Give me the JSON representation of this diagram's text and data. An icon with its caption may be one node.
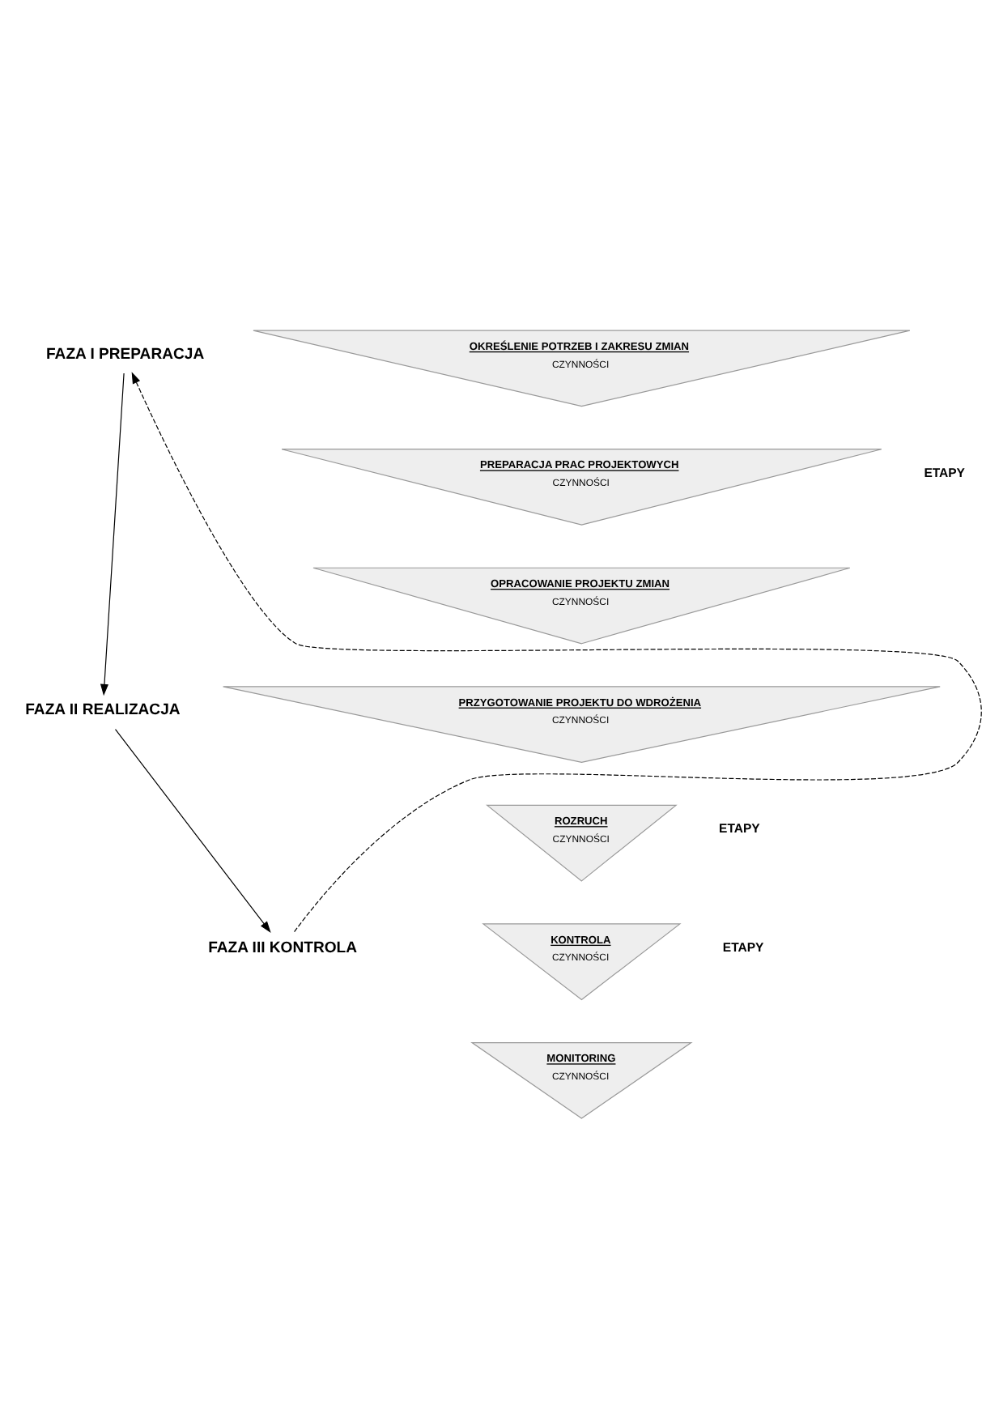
{
  "diagram": {
    "nodes": [
      {
        "text": [
          "FAZA I PREPARACJA"
        ]
      },
      {
        "text": [
          "OKREŚLENIE POTRZEB I ZAKRESU ZMIAN",
          "CZYNNOŚCI"
        ]
      },
      {
        "text": [
          "PREPARACJA PRAC PROJEKTOWYCH",
          "CZYNNOŚCI"
        ]
      },
      {
        "text": [
          "OPRACOWANIE PROJEKTU ZMIAN",
          "CZYNNOŚCI"
        ]
      },
      {
        "text": [
          "FAZA II REALIZACJA"
        ]
      },
      {
        "text": [
          "PRZYGOTOWANIE PROJEKTU DO WDROŻENIA",
          "CZYNNOŚCI"
        ]
      },
      {
        "text": [
          "ROZRUCH",
          "CZYNNOŚCI"
        ]
      },
      {
        "text": [
          "FAZA III KONTROLA"
        ]
      },
      {
        "text": [
          "KONTROLA",
          "CZYNNOŚCI"
        ]
      },
      {
        "text": [
          "MONITORING",
          "CZYNNOŚCI"
        ]
      }
    ],
    "edges": [
      {
        "from": 0,
        "to": 4,
        "arrow": "to"
      },
      {
        "from": 4,
        "to": 7,
        "arrow": "to"
      },
      {
        "from": 7,
        "to": 0,
        "arrow": "to",
        "style": "dashed"
      }
    ],
    "labels": [
      "ETAPY",
      "ETAPY",
      "ETAPY"
    ]
  }
}
